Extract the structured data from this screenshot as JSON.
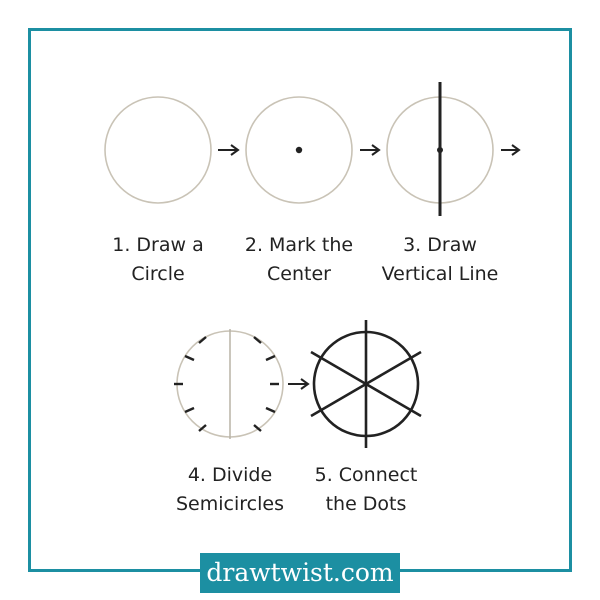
{
  "colors": {
    "frame": "#1c8fa2",
    "ink": "#222222",
    "pencil": "#c9c3b6",
    "brand_bg": "#1c8fa2",
    "brand_text": "#ffffff"
  },
  "steps": [
    {
      "line1": "1. Draw a",
      "line2": "Circle"
    },
    {
      "line1": "2. Mark the",
      "line2": "Center"
    },
    {
      "line1": "3. Draw",
      "line2": "Vertical Line"
    },
    {
      "line1": "4. Divide",
      "line2": "Semicircles"
    },
    {
      "line1": "5. Connect",
      "line2": "the Dots"
    }
  ],
  "brand": {
    "label": "drawtwist.com"
  },
  "icons": [
    "arrow-right-icon"
  ]
}
